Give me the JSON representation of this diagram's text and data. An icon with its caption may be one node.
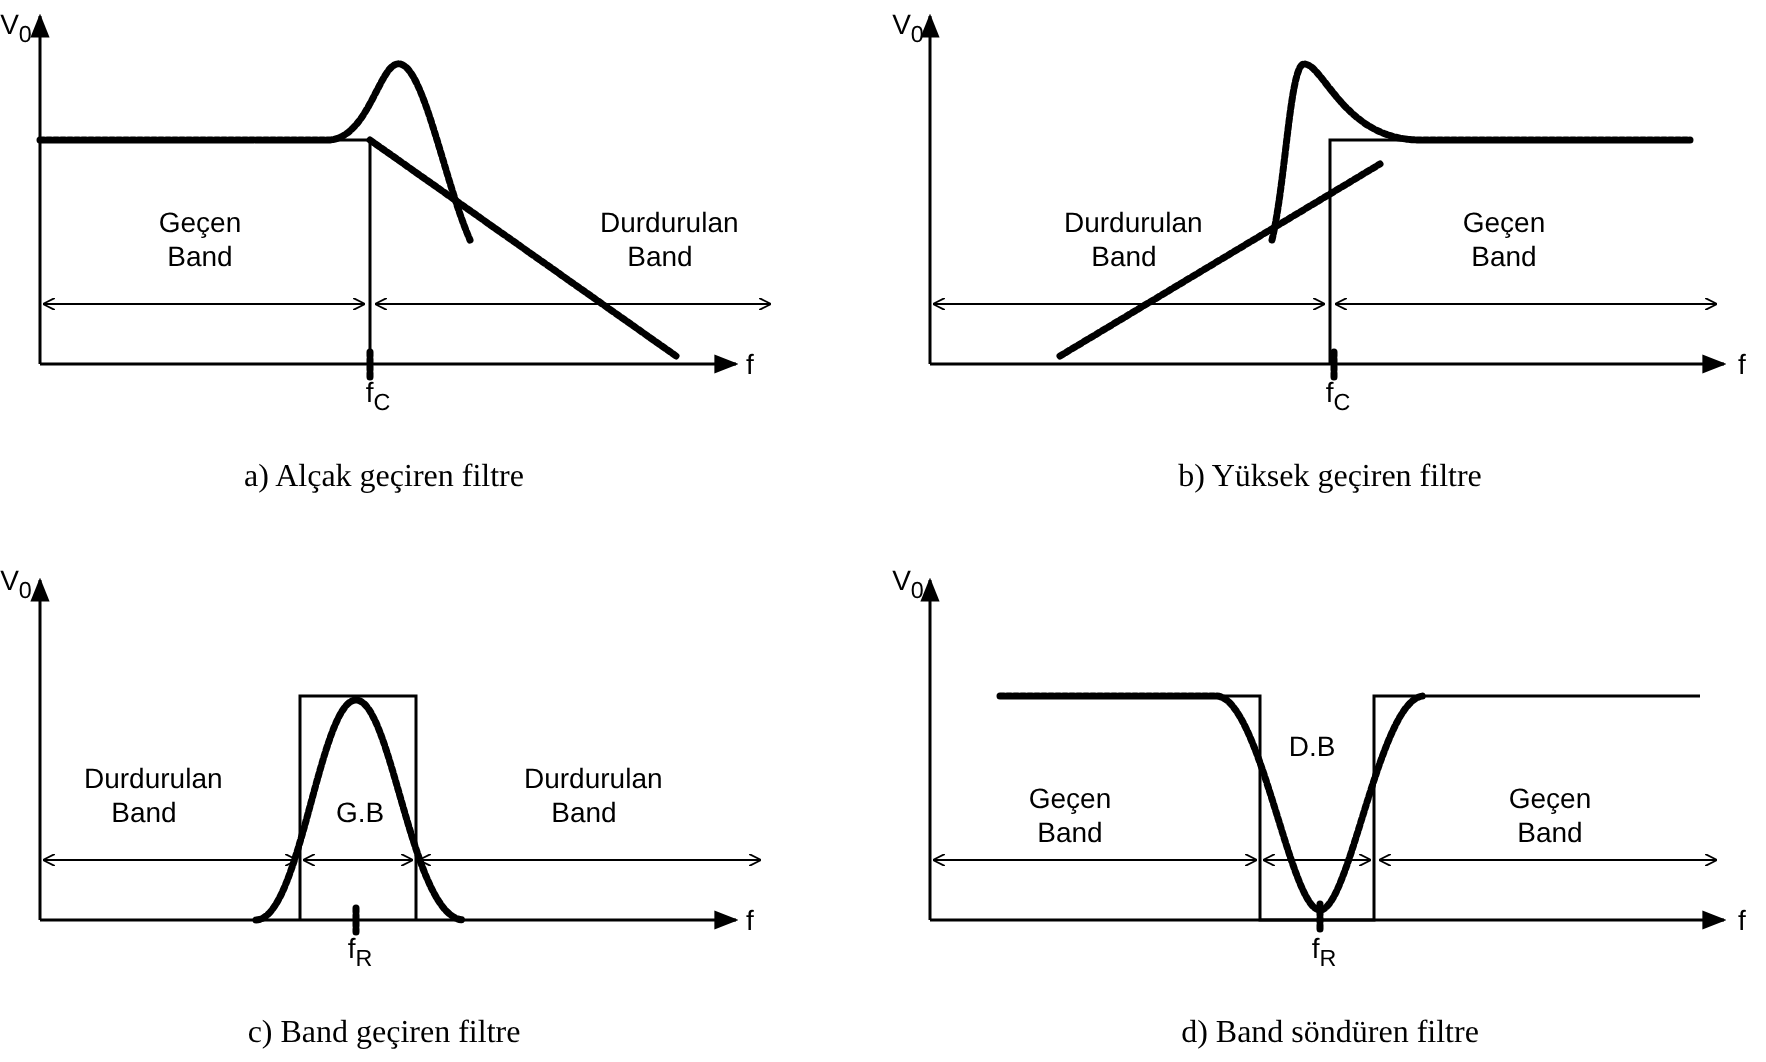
{
  "diagram": {
    "labels": [
      "V$_{0}$",
      "Geçen Band",
      "Durdurulan Band",
      "f",
      "f$_{C}$",
      "a) Alçak geçiren filtre",
      "V$_{0}$",
      "Durdurulan Band",
      "Geçen Band",
      "f",
      "f$_{C}$",
      "b) Yüksek geçiren filtre",
      "V$_{0}$",
      "Durdurulan Band",
      "G.B",
      "Durdurulan Band",
      "f",
      "f$_{R}$",
      "c) Band geçiren filtre",
      "V$_{0}$",
      "D.B",
      "Geçen Band",
      "Geçen Band",
      "f",
      "f$_{R}$",
      "d) Band söndüren filtre"
    ]
  }
}
